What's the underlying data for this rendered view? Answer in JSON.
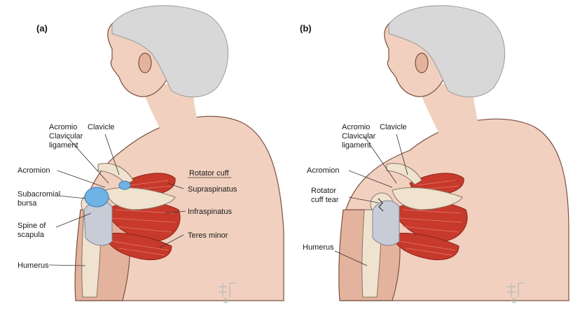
{
  "panels": [
    {
      "letter": "(a)",
      "labels": {
        "acromio_line1": "Acromio",
        "acromio_line2": "Clavicular",
        "acromio_line3": "ligament",
        "clavicle": "Clavicle",
        "acromion": "Acromion",
        "subacromial_line1": "Subacromial",
        "subacromial_line2": "bursa",
        "spine_line1": "Spine of",
        "spine_line2": "scapula",
        "humerus": "Humerus",
        "rotator_cuff": "Rotator cuff",
        "supraspinatus": "Supraspinatus",
        "infraspinatus": "Infraspinatus",
        "teres_minor": "Teres minor"
      }
    },
    {
      "letter": "(b)",
      "labels": {
        "acromio_line1": "Acromio",
        "acromio_line2": "Clavicular",
        "acromio_line3": "ligament",
        "clavicle": "Clavicle",
        "acromion": "Acromion",
        "tear_line1": "Rotator",
        "tear_line2": "cuff tear",
        "humerus": "Humerus"
      }
    }
  ],
  "colors": {
    "skin": "#f1d0bf",
    "muscle": "#c6392b",
    "bone": "#efe2cf",
    "bursa": "#6fb2e6",
    "tendon": "#c8ccd6"
  }
}
